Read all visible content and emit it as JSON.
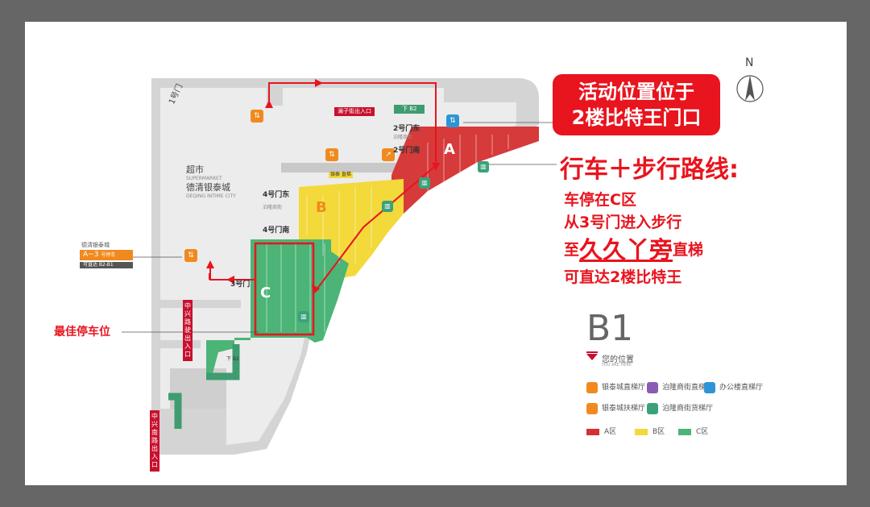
{
  "callout": {
    "line1": "活动位置位于",
    "line2": "2楼比特王门口"
  },
  "route": {
    "title": "行车＋步行路线:",
    "step1": "车停在C区",
    "step2": "从3号门进入步行",
    "step3_pre": "至",
    "step3_brand": "久久丫旁",
    "step3_post": "直梯",
    "step4": "可直达2楼比特王"
  },
  "compass": {
    "label": "N"
  },
  "floor": "B1",
  "legend": {
    "you_are_here": "您的位置",
    "you_are_here_en": "YOU ARE HERE",
    "items": [
      {
        "label": "银泰城直梯厅",
        "color": "#f08a1e"
      },
      {
        "label": "泊隆商街直梯厅",
        "color": "#8a5bb5"
      },
      {
        "label": "办公楼直梯厅",
        "color": "#2e94d6"
      },
      {
        "label": "银泰城扶梯厅",
        "color": "#f08a1e"
      },
      {
        "label": "泊隆商街货梯厅",
        "color": "#3aa27a"
      }
    ],
    "zones": [
      {
        "label": "A区",
        "color": "#d62f2f"
      },
      {
        "label": "B区",
        "color": "#f3d93a"
      },
      {
        "label": "C区",
        "color": "#4bb476"
      }
    ]
  },
  "map": {
    "supermarket": "超市",
    "supermarket_en": "SUPERMARKET",
    "mall": "德清银泰城",
    "mall_en": "DEQING INTIME CITY",
    "gate1": "1号门",
    "gate2_east": "2号门东",
    "gate2_sub": "泊隆商街",
    "gate2_south": "2号门南",
    "gate3": "3号门",
    "gate4_east": "4号门东",
    "gate4_sub": "泊隆商街",
    "gate4_south": "4号门南",
    "down_b2": "下 B2",
    "zone_a": "A",
    "zone_b": "B",
    "zone_c": "C",
    "entrance_top": "澜子街出入口",
    "entrance_left": "中兴路驶出入口",
    "entrance_bottom": "中兴南路出入口",
    "down_b2_small": "下 B2",
    "elev_label": "银泰 直梯",
    "side_title": "德清银泰城",
    "side_code": "A~3",
    "side_code_sub": "号停车",
    "side_note": "可直达 B2-B1",
    "best_parking": "最佳停车位"
  }
}
